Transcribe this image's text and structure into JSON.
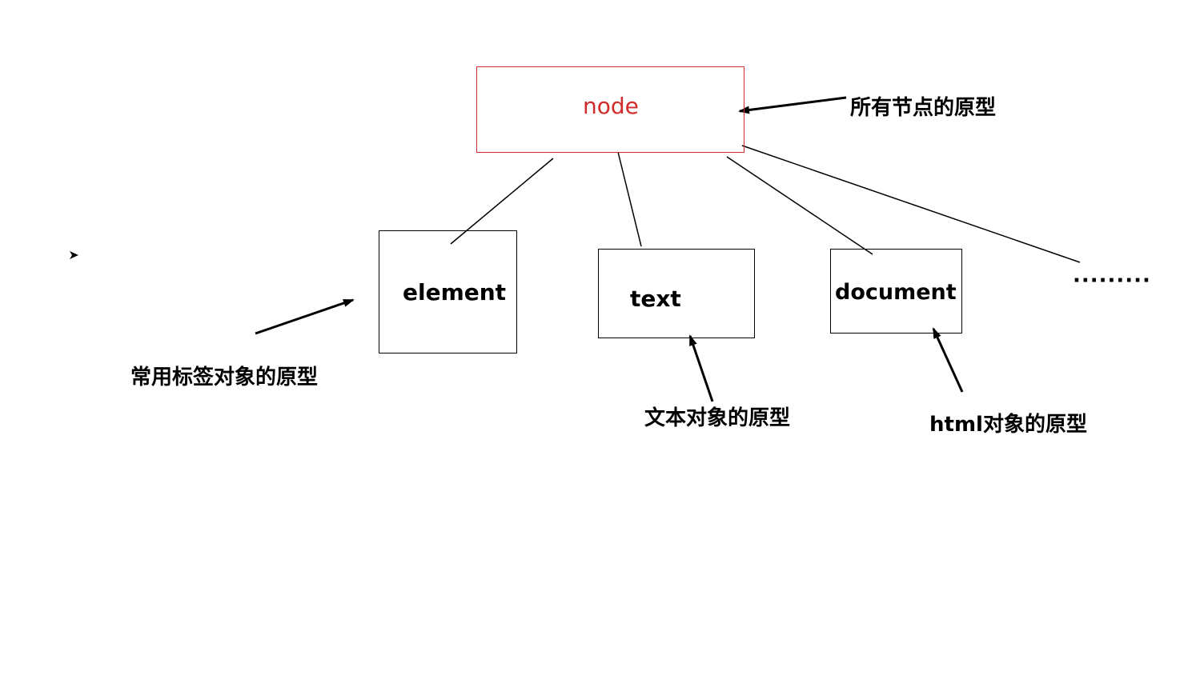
{
  "diagram": {
    "root": {
      "label": "node",
      "color": "#d22b2b"
    },
    "children": [
      {
        "label": "element"
      },
      {
        "label": "text"
      },
      {
        "label": "document"
      }
    ],
    "more": "·········",
    "annotations": {
      "node": "所有节点的原型",
      "element": "常用标签对象的原型",
      "text": "文本对象的原型",
      "document": "html对象的原型"
    },
    "colors": {
      "line": "#000000",
      "root_border": "#d22b2b"
    }
  }
}
